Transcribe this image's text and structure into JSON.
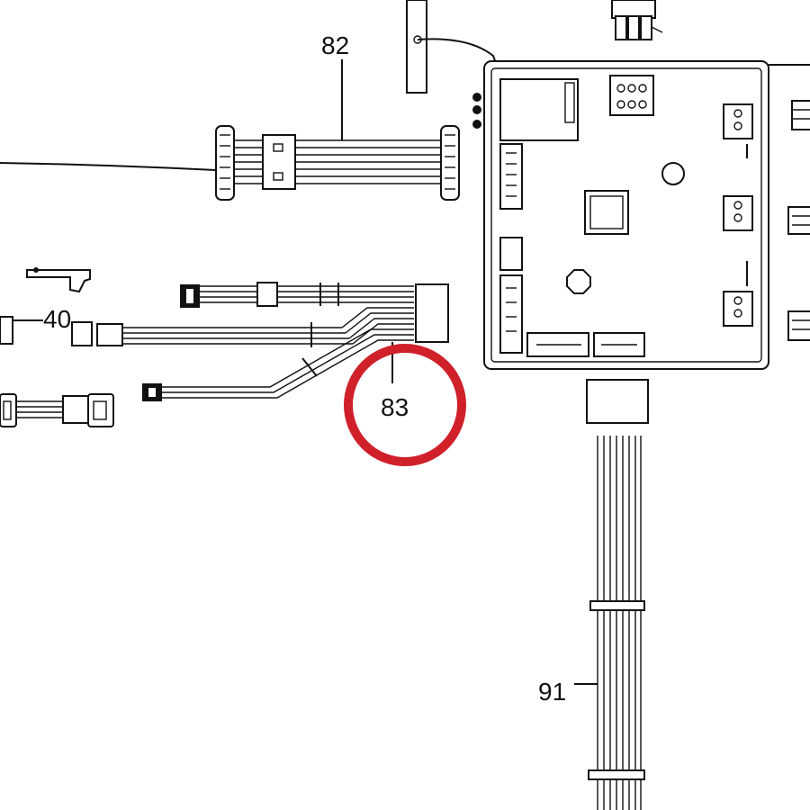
{
  "labels": {
    "part_82": "82",
    "part_40": "40",
    "part_83": "83",
    "part_91": "91"
  },
  "highlight": {
    "target_part": "83",
    "color": "#d0202a"
  }
}
